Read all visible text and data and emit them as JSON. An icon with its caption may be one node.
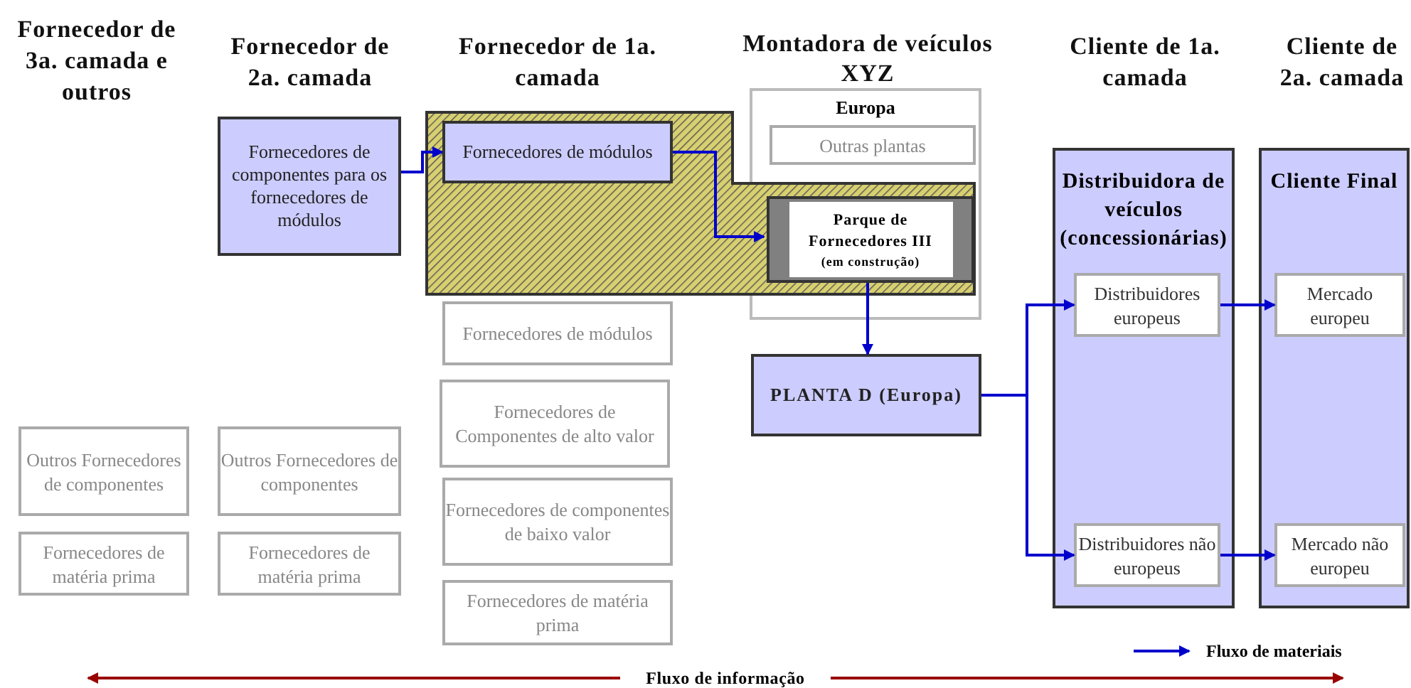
{
  "diagram": {
    "nodes": [
      {
        "text": [
          "Fornecedores de componentes para os fornecedores de módulos"
        ]
      },
      {
        "text": [
          "Fornecedores de módulos"
        ]
      },
      {
        "text": [
          "Europa"
        ]
      },
      {
        "text": [
          "Outras plantas"
        ],
        "in": 2
      },
      {
        "text": [
          "Parque de Fornecedores III",
          "(em construção)"
        ],
        "in": 2
      },
      {
        "text": [
          "PLANTA D (Europa)"
        ]
      },
      {
        "text": [
          "Distribuidora de veículos (concessionárias)"
        ]
      },
      {
        "text": [
          "Distribuidores europeus"
        ],
        "in": 6
      },
      {
        "text": [
          "Distribuidores não europeus"
        ],
        "in": 6
      },
      {
        "text": [
          "Cliente Final"
        ]
      },
      {
        "text": [
          "Mercado europeu"
        ],
        "in": 9
      },
      {
        "text": [
          "Mercado não europeu"
        ],
        "in": 9
      },
      {
        "text": [
          "Fornecedores de módulos"
        ]
      },
      {
        "text": [
          "Fornecedores de Componentes de alto valor"
        ]
      },
      {
        "text": [
          "Fornecedores de componentes de baixo valor"
        ]
      },
      {
        "text": [
          "Fornecedores de matéria prima"
        ]
      },
      {
        "text": [
          "Outros Fornecedores de componentes"
        ]
      },
      {
        "text": [
          "Fornecedores de matéria prima"
        ]
      },
      {
        "text": [
          "Outros Fornecedores de componentes"
        ]
      },
      {
        "text": [
          "Fornecedores de matéria prima"
        ]
      }
    ],
    "edges": [
      {
        "from": 0,
        "to": 1,
        "arrow": "to"
      },
      {
        "from": 1,
        "to": 4,
        "arrow": "to"
      },
      {
        "from": 4,
        "to": 5,
        "arrow": "to"
      },
      {
        "from": 5,
        "to": 7,
        "arrow": "to"
      },
      {
        "from": 5,
        "to": 8,
        "arrow": "to"
      },
      {
        "from": 7,
        "to": 10,
        "arrow": "to"
      },
      {
        "from": 8,
        "to": 11,
        "arrow": "to"
      }
    ],
    "labels": [
      "Fornecedor de 3a. camada e outros",
      "Fornecedor de 2a. camada",
      "Fornecedor de 1a. camada",
      "Montadora de veículos XYZ",
      "Cliente de 1a. camada",
      "Cliente de 2a. camada",
      "Fluxo de informação"
    ],
    "legend": [
      {
        "text": "Fluxo de materiais"
      }
    ]
  }
}
